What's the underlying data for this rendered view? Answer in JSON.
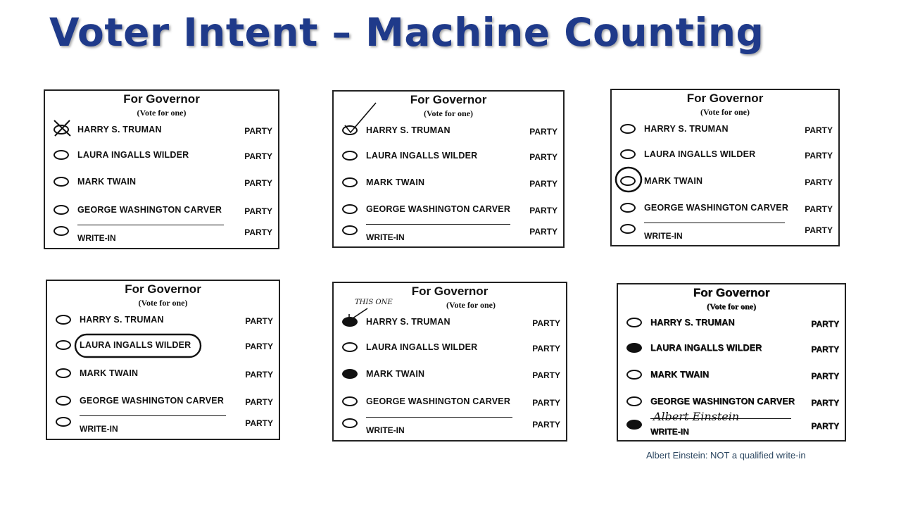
{
  "title": "Voter Intent – Machine Counting",
  "ballot": {
    "heading": "For Governor",
    "instruction": "(Vote for one)",
    "party_label": "PARTY",
    "writein_label": "WRITE-IN",
    "candidates": [
      "HARRY S. TRUMAN",
      "LAURA INGALLS WILDER",
      "MARK TWAIN",
      "GEORGE WASHINGTON CARVER"
    ]
  },
  "annotations": {
    "this_one": "THIS ONE",
    "writein_signature": "Albert Einstein"
  },
  "caption": "Albert Einstein: NOT a qualified write-in"
}
